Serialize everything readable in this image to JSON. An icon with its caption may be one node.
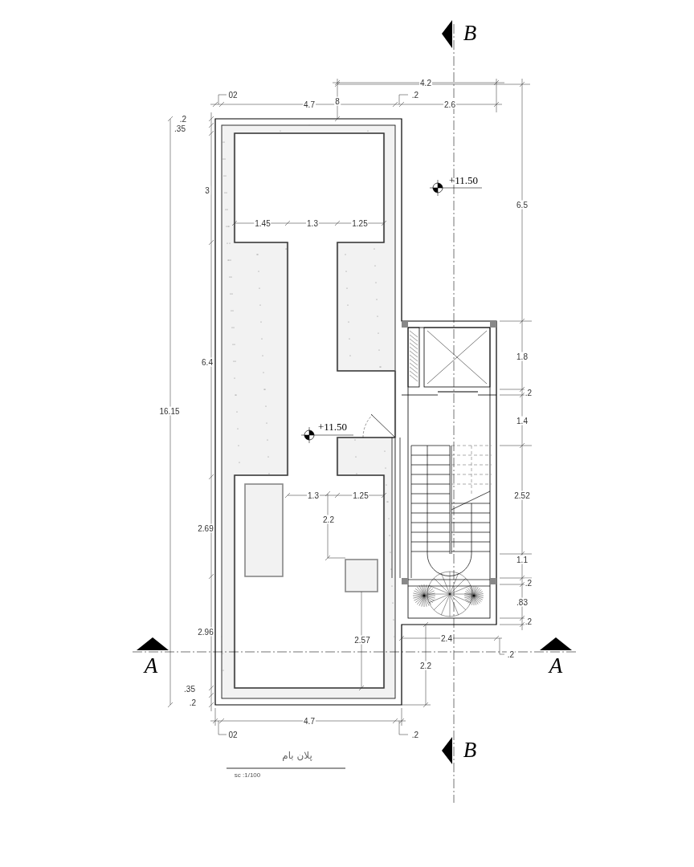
{
  "diagram": {
    "title": "پلان بام",
    "labels": [
      "B",
      "4.2",
      "02",
      ".2",
      "4.7",
      "8",
      "2.6",
      ".2",
      ".35",
      "+11.50",
      "3",
      "6.5",
      "1.45",
      "1.3",
      "1.25",
      "6.4",
      "1.8",
      ".2",
      "16.15",
      "1.4",
      "+11.50",
      "1.3",
      "1.25",
      "2.52",
      "2.2",
      "2.69",
      "1.1",
      ".2",
      ".83",
      ".2",
      "2.96",
      "2.57",
      "2.4",
      ".2",
      "A",
      "2.2",
      "A",
      ".35",
      ".2",
      "4.7",
      "02",
      ".2",
      "B",
      "sc :1/100"
    ]
  }
}
